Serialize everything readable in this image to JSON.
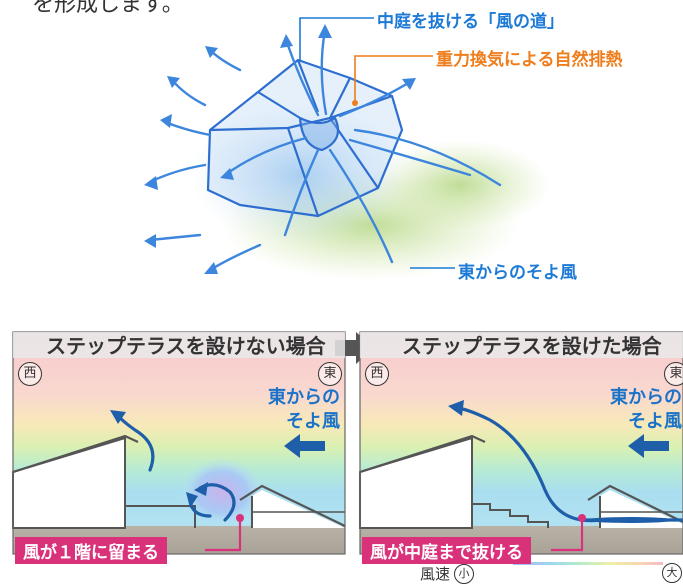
{
  "intro_text": "を形成します。",
  "sketch": {
    "label_wind_path": "中庭を抜ける「風の道」",
    "label_stack_ventilation": "重力換気による自然排熱",
    "label_east_breeze": "東からのそよ風"
  },
  "panels": [
    {
      "title": "ステップテラスを設けない場合",
      "west": "西",
      "east": "東",
      "breeze": [
        "東からの",
        "そよ風"
      ],
      "caption": "風が１階に留まる"
    },
    {
      "title": "ステップテラスを設けた場合",
      "west": "西",
      "east": "東",
      "breeze": [
        "東からの",
        "そよ風"
      ],
      "caption": "風が中庭まで抜ける"
    }
  ],
  "legend": {
    "label": "風速",
    "small": "小",
    "large": "大"
  },
  "colors": {
    "accent_blue": "#1c7ad6",
    "accent_orange": "#ef7d1c",
    "caption_pink": "#d9327a"
  }
}
